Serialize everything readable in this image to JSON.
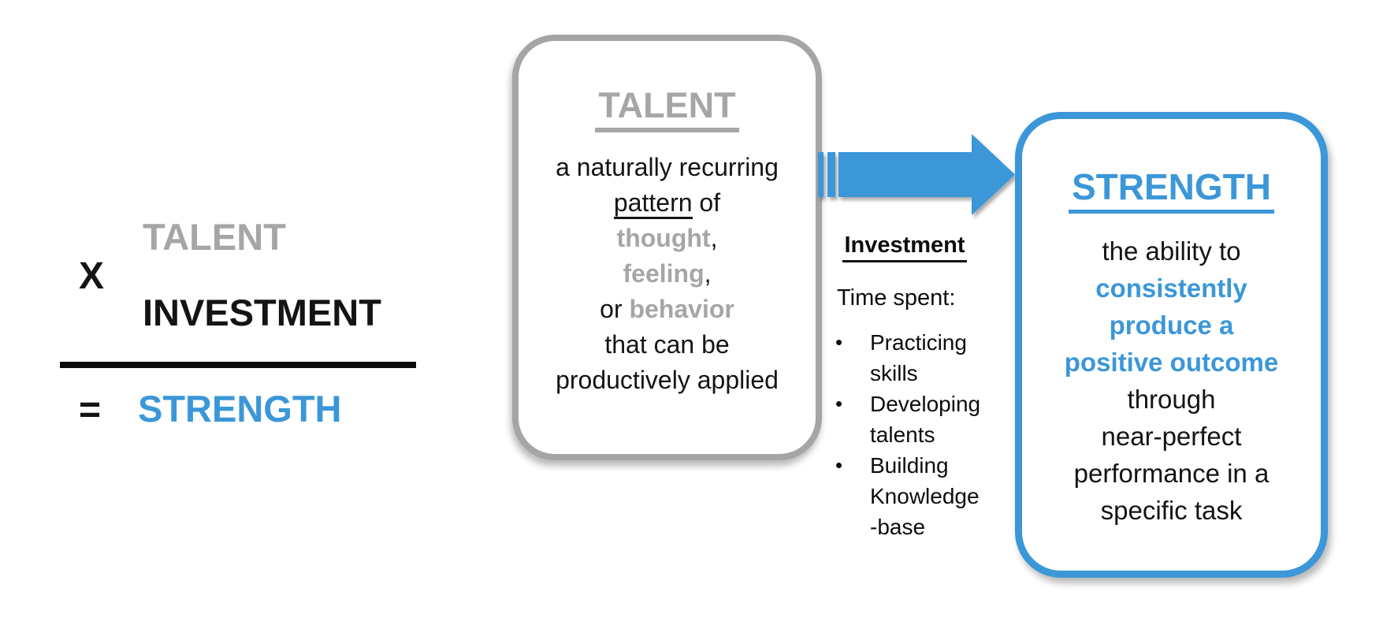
{
  "colors": {
    "accent_blue": "#3B97D8",
    "gray_text": "#A6A6A6",
    "gray_border": "#A5A5A5",
    "ink": "#141414"
  },
  "equation": {
    "talent": "TALENT",
    "times": "X",
    "investment": "INVESTMENT",
    "equals": "=",
    "strength": "STRENGTH"
  },
  "talent_box": {
    "title": "TALENT",
    "lines": [
      [
        {
          "t": "a naturally recurring"
        }
      ],
      [
        {
          "t": "pattern",
          "u": true
        },
        {
          "t": " of"
        }
      ],
      [
        {
          "t": "thought",
          "c": "gray",
          "b": true
        },
        {
          "t": ","
        }
      ],
      [
        {
          "t": "feeling",
          "c": "gray",
          "b": true
        },
        {
          "t": ","
        }
      ],
      [
        {
          "t": "or "
        },
        {
          "t": "behavior",
          "c": "gray",
          "b": true
        }
      ],
      [
        {
          "t": "that can be"
        }
      ],
      [
        {
          "t": "productively applied"
        }
      ]
    ]
  },
  "arrow": {
    "shape": "striped-right-arrow",
    "color": "#3B97D8"
  },
  "investment_panel": {
    "title": "Investment",
    "subtitle": "Time spent:",
    "bullet_glyph": "•",
    "bullets": [
      "Practicing\nskills",
      "Developing\ntalents",
      "Building\nKnowledge\n-base"
    ]
  },
  "strength_box": {
    "title": "STRENGTH",
    "lines": [
      [
        {
          "t": "the ability to"
        }
      ],
      [
        {
          "t": "consistently",
          "c": "blue",
          "b": true
        }
      ],
      [
        {
          "t": "produce a",
          "c": "blue",
          "b": true
        }
      ],
      [
        {
          "t": "positive outcome",
          "c": "blue",
          "b": true
        }
      ],
      [
        {
          "t": "through"
        }
      ],
      [
        {
          "t": "near-perfect"
        }
      ],
      [
        {
          "t": "performance in a"
        }
      ],
      [
        {
          "t": "specific task"
        }
      ]
    ]
  }
}
